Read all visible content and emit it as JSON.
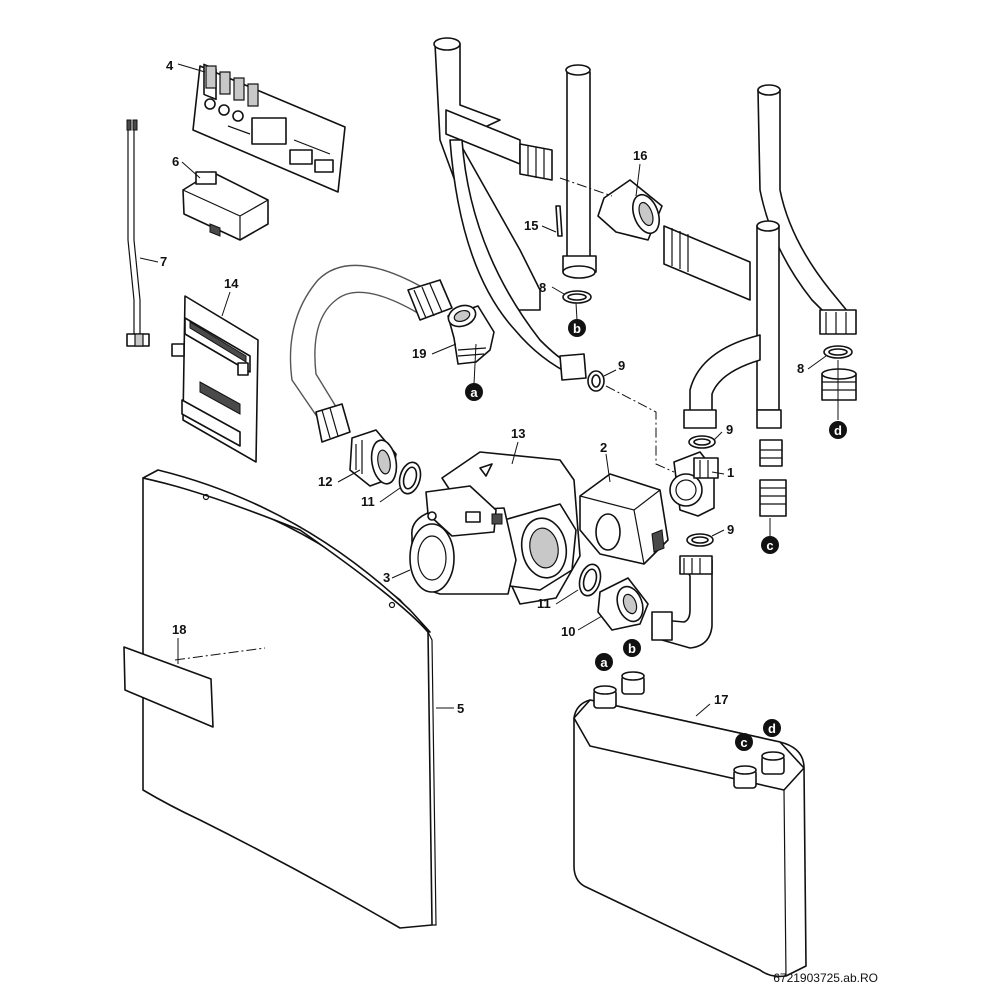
{
  "callouts": {
    "c1": "1",
    "c2": "2",
    "c3": "3",
    "c4": "4",
    "c5": "5",
    "c6": "6",
    "c7": "7",
    "c8a": "8",
    "c8b": "8",
    "c9a": "9",
    "c9b": "9",
    "c9c": "9",
    "c10": "10",
    "c11a": "11",
    "c11b": "11",
    "c12": "12",
    "c13": "13",
    "c14": "14",
    "c15": "15",
    "c16": "16",
    "c17": "17",
    "c18": "18",
    "c19": "19"
  },
  "connectors": {
    "a_top": "a",
    "b_top": "b",
    "c_top": "c",
    "d_top": "d",
    "a_hx": "a",
    "b_hx": "b",
    "c_hx": "c",
    "d_hx": "d"
  },
  "document_id": "6721903725.ab.RO"
}
